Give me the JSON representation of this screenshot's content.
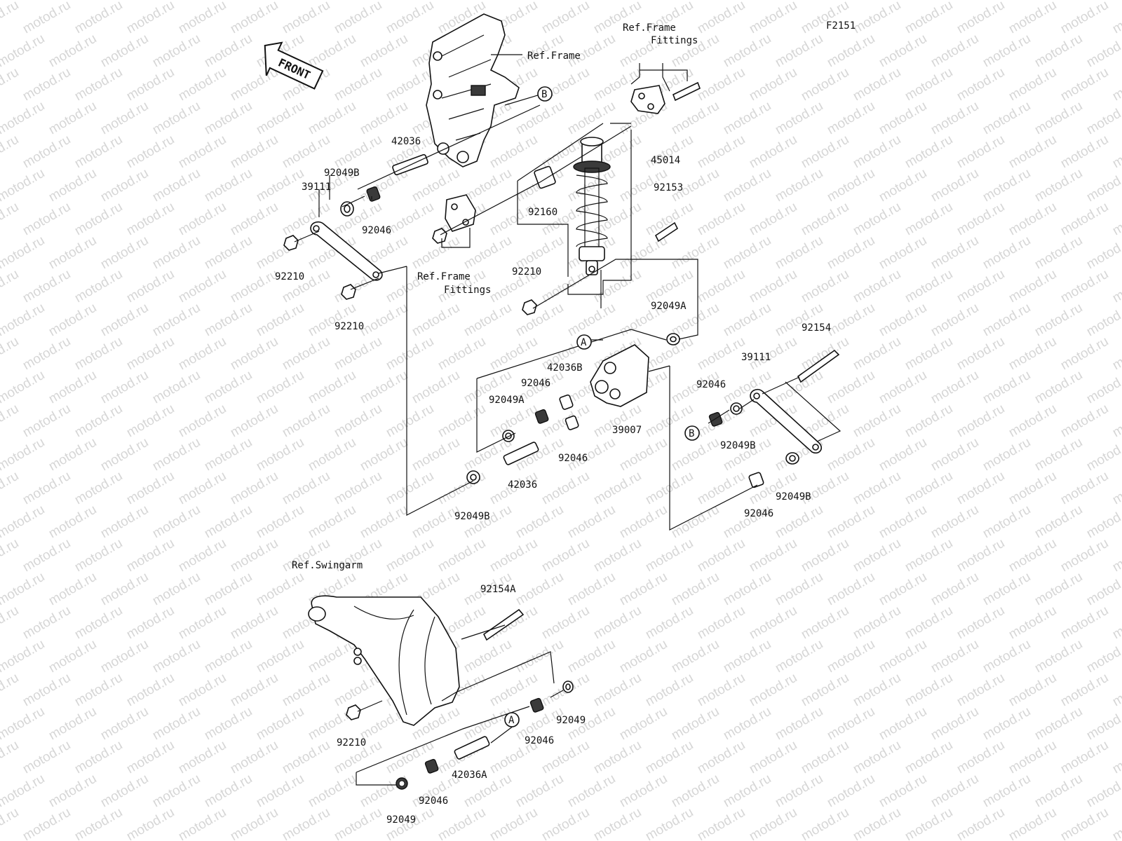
{
  "diagram": {
    "code": "F2151",
    "front_label": "FRONT",
    "watermark": "motod.ru",
    "callouts": {
      "a": "A",
      "b": "B"
    },
    "refs": {
      "frame": "Ref.Frame",
      "frame_fittings_top_1": "Ref.Frame",
      "frame_fittings_top_2": "Fittings",
      "frame_fittings_left_1": "Ref.Frame",
      "frame_fittings_left_2": "Fittings",
      "swingarm": "Ref.Swingarm"
    },
    "parts": {
      "p42036_top": "42036",
      "p92049B_left": "92049B",
      "p39111_left": "39111",
      "p92046_left": "92046",
      "p92210_a": "92210",
      "p92210_b": "92210",
      "p45014": "45014",
      "p92153": "92153",
      "p92160": "92160",
      "p92210_c": "92210",
      "p92049A_right": "92049A",
      "p42036B": "42036B",
      "p92046_mid": "92046",
      "p92049A_left": "92049A",
      "p39007": "39007",
      "p92046_mid2": "92046",
      "p42036_mid": "42036",
      "p92049B_mid": "92049B",
      "p92154": "92154",
      "p39111_right": "39111",
      "p92046_right": "92046",
      "p92049B_right": "92049B",
      "p92049B_right2": "92049B",
      "p92046_right2": "92046",
      "p92154A": "92154A",
      "p92210_d": "92210",
      "p92049_a": "92049",
      "p92046_low": "92046",
      "p42036A": "42036A",
      "p92046_low2": "92046",
      "p92049_b": "92049"
    }
  }
}
